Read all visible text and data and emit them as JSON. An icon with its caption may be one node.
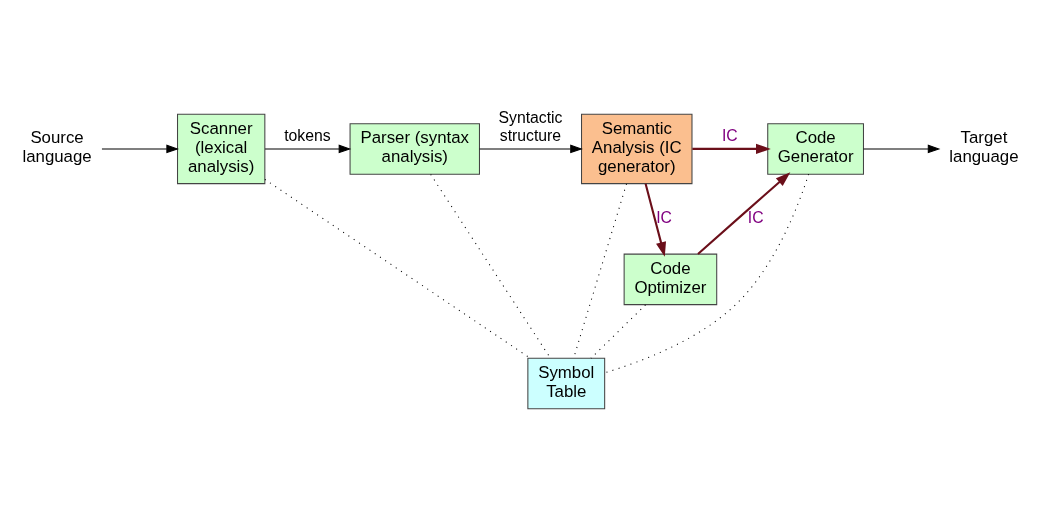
{
  "diagram": {
    "nodes": [
      {
        "text": [
          "Source language"
        ]
      },
      {
        "text": [
          "Scanner (lexical analysis)"
        ]
      },
      {
        "text": [
          "Parser (syntax analysis)"
        ]
      },
      {
        "text": [
          "Semantic Analysis (IC generator)"
        ]
      },
      {
        "text": [
          "Code Generator"
        ]
      },
      {
        "text": [
          "Target language"
        ]
      },
      {
        "text": [
          "Code Optimizer"
        ]
      },
      {
        "text": [
          "Symbol Table"
        ]
      }
    ],
    "edges": [
      {
        "from": 0,
        "to": 1,
        "arrow": "to"
      },
      {
        "from": 1,
        "to": 2,
        "arrow": "to",
        "label": "tokens"
      },
      {
        "from": 2,
        "to": 3,
        "arrow": "to",
        "label": "Syntactic structure"
      },
      {
        "from": 3,
        "to": 4,
        "arrow": "to",
        "label": "IC",
        "color": "#6b0f1a"
      },
      {
        "from": 3,
        "to": 6,
        "arrow": "to",
        "label": "IC",
        "color": "#6b0f1a"
      },
      {
        "from": 6,
        "to": 4,
        "arrow": "to",
        "label": "IC",
        "color": "#6b0f1a"
      },
      {
        "from": 4,
        "to": 5,
        "arrow": "to"
      },
      {
        "from": 1,
        "to": 7,
        "arrow": "none",
        "style": "dashed"
      },
      {
        "from": 2,
        "to": 7,
        "arrow": "none",
        "style": "dashed"
      },
      {
        "from": 3,
        "to": 7,
        "arrow": "none",
        "style": "dashed"
      },
      {
        "from": 6,
        "to": 7,
        "arrow": "none",
        "style": "dashed"
      },
      {
        "from": 4,
        "to": 7,
        "arrow": "none",
        "style": "dashed"
      }
    ]
  }
}
